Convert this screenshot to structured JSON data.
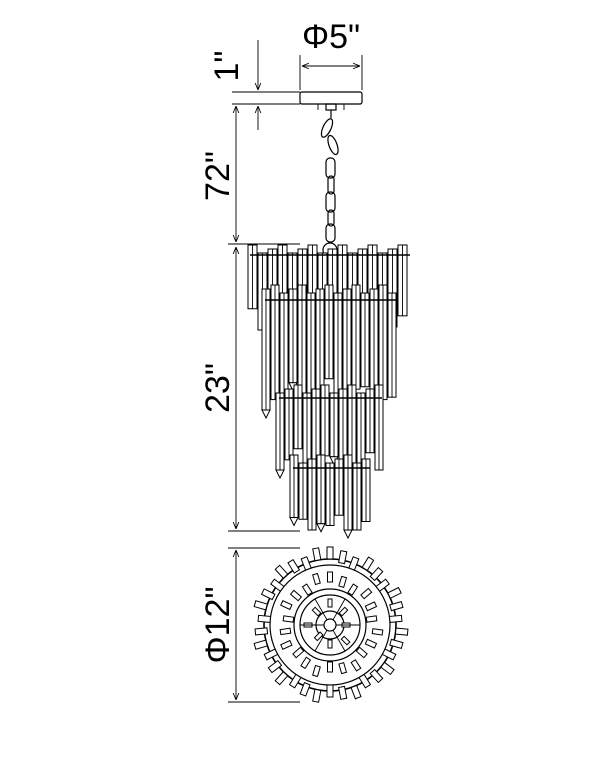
{
  "dimensions": {
    "canopy_diameter": "Φ5\"",
    "canopy_height": "1\"",
    "chain_length": "72\"",
    "body_height": "23\"",
    "body_diameter": "Φ12\""
  },
  "colors": {
    "line": "#000000",
    "background": "#ffffff"
  }
}
